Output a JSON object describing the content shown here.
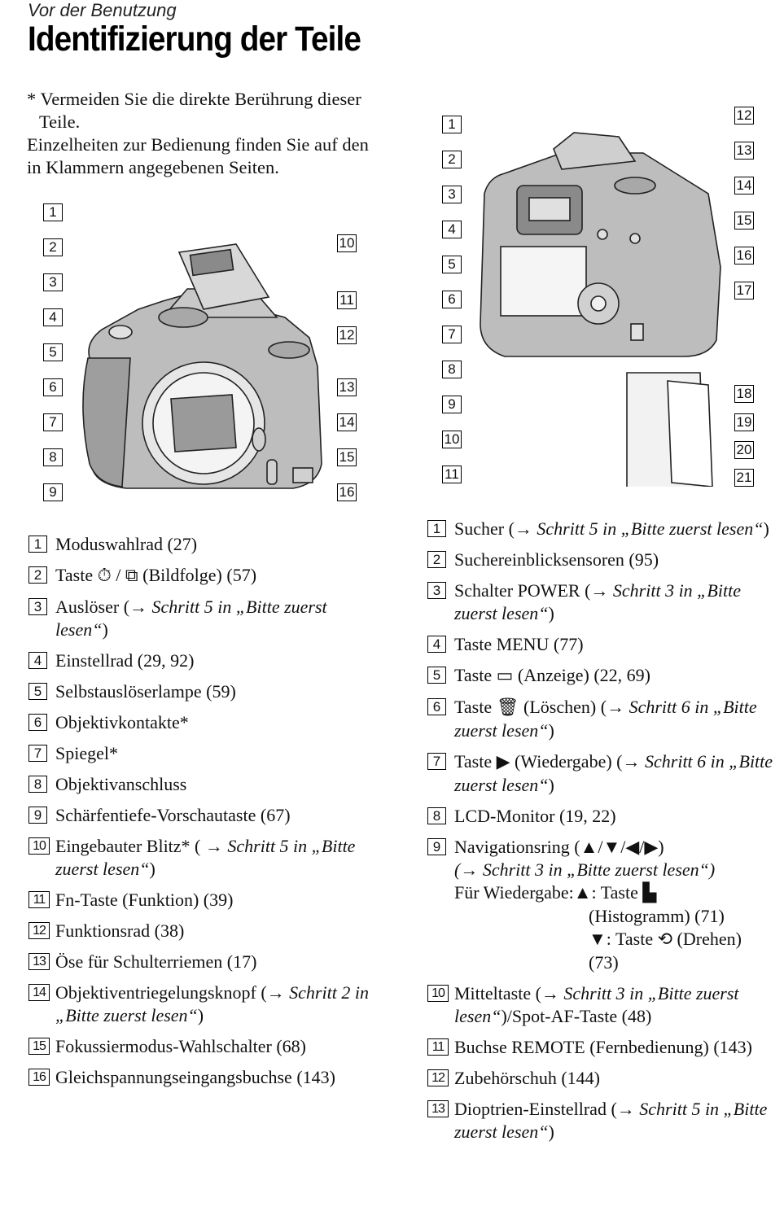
{
  "header": {
    "section": "Vor der Benutzung",
    "title": "Identifizierung der Teile"
  },
  "intro": {
    "note": "* Vermeiden Sie die direkte Berührung dieser Teile.",
    "details": "Einzelheiten zur Bedienung finden Sie auf den in Klammern angegebenen Seiten."
  },
  "front_figure": {
    "callouts": [
      "1",
      "2",
      "3",
      "4",
      "5",
      "6",
      "7",
      "8",
      "9",
      "10",
      "11",
      "12",
      "13",
      "14",
      "15",
      "16"
    ]
  },
  "back_figure": {
    "callouts": [
      "1",
      "2",
      "3",
      "4",
      "5",
      "6",
      "7",
      "8",
      "9",
      "10",
      "11",
      "12",
      "13",
      "14",
      "15",
      "16",
      "17",
      "18",
      "19",
      "20",
      "21"
    ]
  },
  "front_list": [
    {
      "num": "1",
      "text": "Moduswahlrad (27)"
    },
    {
      "num": "2",
      "pre": "Taste ",
      "post": " (Bildfolge) (57)"
    },
    {
      "num": "3",
      "pre": "Auslöser (",
      "ital": "→ Schritt 5 in „Bitte zuerst lesen“",
      "post": ")"
    },
    {
      "num": "4",
      "text": "Einstellrad (29, 92)"
    },
    {
      "num": "5",
      "text": "Selbstauslöserlampe (59)"
    },
    {
      "num": "6",
      "text": "Objektivkontakte*"
    },
    {
      "num": "7",
      "text": "Spiegel*"
    },
    {
      "num": "8",
      "text": "Objektivanschluss"
    },
    {
      "num": "9",
      "text": "Schärfentiefe-Vorschautaste (67)"
    },
    {
      "num": "10",
      "pre": "Eingebauter Blitz* ( ",
      "ital": "→ Schritt 5 in „Bitte zuerst lesen“",
      "post": ")"
    },
    {
      "num": "11",
      "text": "Fn-Taste (Funktion) (39)"
    },
    {
      "num": "12",
      "text": "Funktionsrad (38)"
    },
    {
      "num": "13",
      "text": "Öse für Schulterriemen (17)"
    },
    {
      "num": "14",
      "pre": "Objektiventriegelungsknopf (→ ",
      "ital": "Schritt 2 in „Bitte zuerst lesen“",
      "post": ")"
    },
    {
      "num": "15",
      "text": "Fokussiermodus-Wahlschalter (68)"
    },
    {
      "num": "16",
      "text": "Gleichspannungseingangsbuchse (143)"
    }
  ],
  "back_list": [
    {
      "num": "1",
      "pre": "Sucher (",
      "ital": "→ Schritt 5 in „Bitte zuerst lesen“",
      "post": ")"
    },
    {
      "num": "2",
      "text": "Suchereinblicksensoren (95)"
    },
    {
      "num": "3",
      "pre": "Schalter POWER (",
      "ital": "→ Schritt 3 in „Bitte zuerst lesen“",
      "post": ")"
    },
    {
      "num": "4",
      "text": "Taste MENU (77)"
    },
    {
      "num": "5",
      "pre": "Taste ",
      "post": " (Anzeige) (22, 69)"
    },
    {
      "num": "6",
      "pre": "Taste ",
      "post": " (Löschen) (",
      "ital": "→ Schritt 6 in „Bitte zuerst lesen“",
      "post2": ")"
    },
    {
      "num": "7",
      "pre": "Taste ",
      "post": " (Wiedergabe) (",
      "ital": "→ Schritt 6 in „Bitte zuerst lesen“",
      "post2": ")"
    },
    {
      "num": "8",
      "text": "LCD-Monitor (19, 22)"
    },
    {
      "num": "9",
      "pre": "Navigationsring (▲/▼/◀/▶)",
      "ital": "(→ Schritt 3 in „Bitte zuerst lesen“)",
      "line3": "Für Wiedergabe:▲: Taste ",
      "line3b": "(Histogramm) (71)",
      "line4": "▼: Taste ",
      "line4b": " (Drehen)",
      "line5": "(73)"
    },
    {
      "num": "10",
      "pre": "Mitteltaste (",
      "ital": "→ Schritt 3 in „Bitte zuerst lesen“",
      "post": ")/Spot-AF-Taste (48)"
    },
    {
      "num": "11",
      "text": "Buchse REMOTE (Fernbedienung) (143)"
    },
    {
      "num": "12",
      "text": "Zubehörschuh (144)"
    },
    {
      "num": "13",
      "pre": "Dioptrien-Einstellrad (",
      "ital": "→ Schritt 5 in „Bitte zuerst lesen“",
      "post": ")"
    }
  ],
  "icons": {
    "self_timer": "self-timer-icon",
    "burst": "continuous-shooting-icon",
    "display": "display-button-icon",
    "trash": "trash-icon",
    "playback": "playback-icon",
    "histogram": "histogram-icon",
    "rotate": "rotate-icon"
  }
}
